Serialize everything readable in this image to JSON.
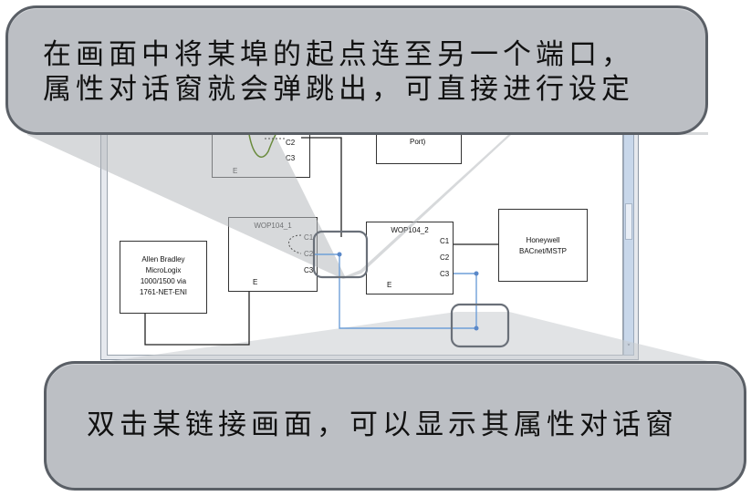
{
  "callouts": {
    "top": {
      "line1": "在画面中将某埠的起点连至另一个端口，",
      "line2": "属性对话窗就会弹跳出，可直接进行设定"
    },
    "bottom": {
      "text": "双击某链接画面，可以显示其属性对话窗"
    }
  },
  "diagram": {
    "top_left_node": {
      "ports": [
        "C2",
        "C3"
      ],
      "e_label": "E"
    },
    "top_right_node": {
      "label": "Port)"
    },
    "wop104_1": {
      "title": "WOP104_1",
      "ports": [
        "C1",
        "C2",
        "C3"
      ],
      "e_label": "E"
    },
    "wop104_2": {
      "title": "WOP104_2",
      "ports": [
        "C1",
        "C2",
        "C3"
      ],
      "e_label": "E"
    },
    "allen_bradley": {
      "lines": [
        "Allen Bradley",
        "MicroLogix",
        "1000/1500 via",
        "1761-NET-ENI"
      ]
    },
    "honeywell": {
      "lines": [
        "Honeywell",
        "BACnet/MSTP"
      ]
    }
  },
  "scrollbar": {
    "arrow": "˅"
  },
  "colors": {
    "callout_fill": "#bcbfc4",
    "callout_border": "#5a5f66",
    "link_line": "#6f9fd8"
  }
}
